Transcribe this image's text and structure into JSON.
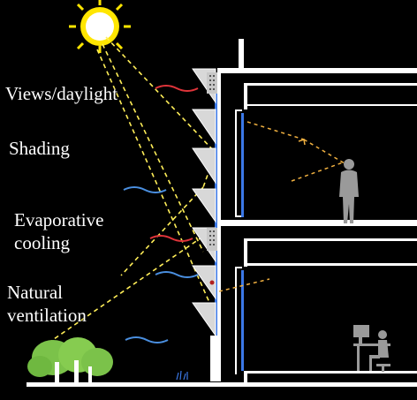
{
  "labels": {
    "views_daylight": "Views/daylight",
    "shading": "Shading",
    "evaporative_1": "Evaporative",
    "evaporative_2": "cooling",
    "natural_1": "Natural",
    "natural_2": "ventilation"
  },
  "colors": {
    "background": "#000000",
    "wall": "#ffffff",
    "glazing": "#3b78e7",
    "sun": "#ffe600",
    "sun_ray": "#ffee58",
    "warm_air": "#e0343a",
    "cool_air": "#4a8fe0",
    "view_line": "#f0b040",
    "tree": "#7bc24a",
    "louver": "#d8d8d8"
  },
  "icons": [
    "sun-icon",
    "tree-icon",
    "person-standing-icon",
    "person-seated-icon",
    "louver-icon"
  ]
}
